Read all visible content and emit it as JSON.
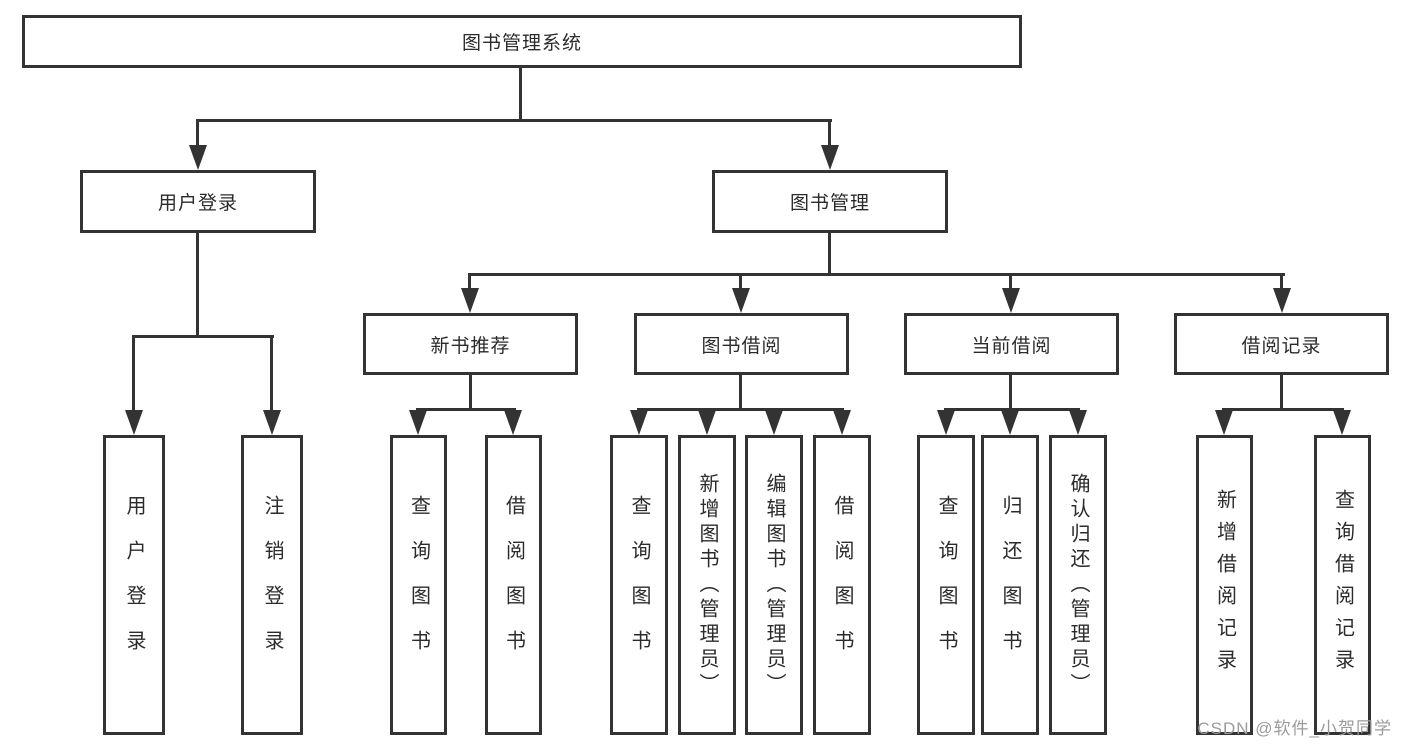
{
  "diagram": {
    "root": "图书管理系统",
    "children": [
      {
        "label": "用户登录",
        "children": [
          "用户登录",
          "注销登录"
        ]
      },
      {
        "label": "图书管理",
        "children": [
          {
            "label": "新书推荐",
            "children": [
              "查询图书",
              "借阅图书"
            ]
          },
          {
            "label": "图书借阅",
            "children": [
              "查询图书",
              "新增图书（管理员）",
              "编辑图书（管理员）",
              "借阅图书"
            ]
          },
          {
            "label": "当前借阅",
            "children": [
              "查询图书",
              "归还图书",
              "确认归还（管理员）"
            ]
          },
          {
            "label": "借阅记录",
            "children": [
              "新增借阅记录",
              "查询借阅记录"
            ]
          }
        ]
      }
    ]
  },
  "watermark": {
    "text": "CSDN @软件_小贺同学"
  },
  "colors": {
    "line": "#333333",
    "text": "#2b2b2b",
    "background": "#ffffff",
    "watermark": "#9b9b9b"
  }
}
